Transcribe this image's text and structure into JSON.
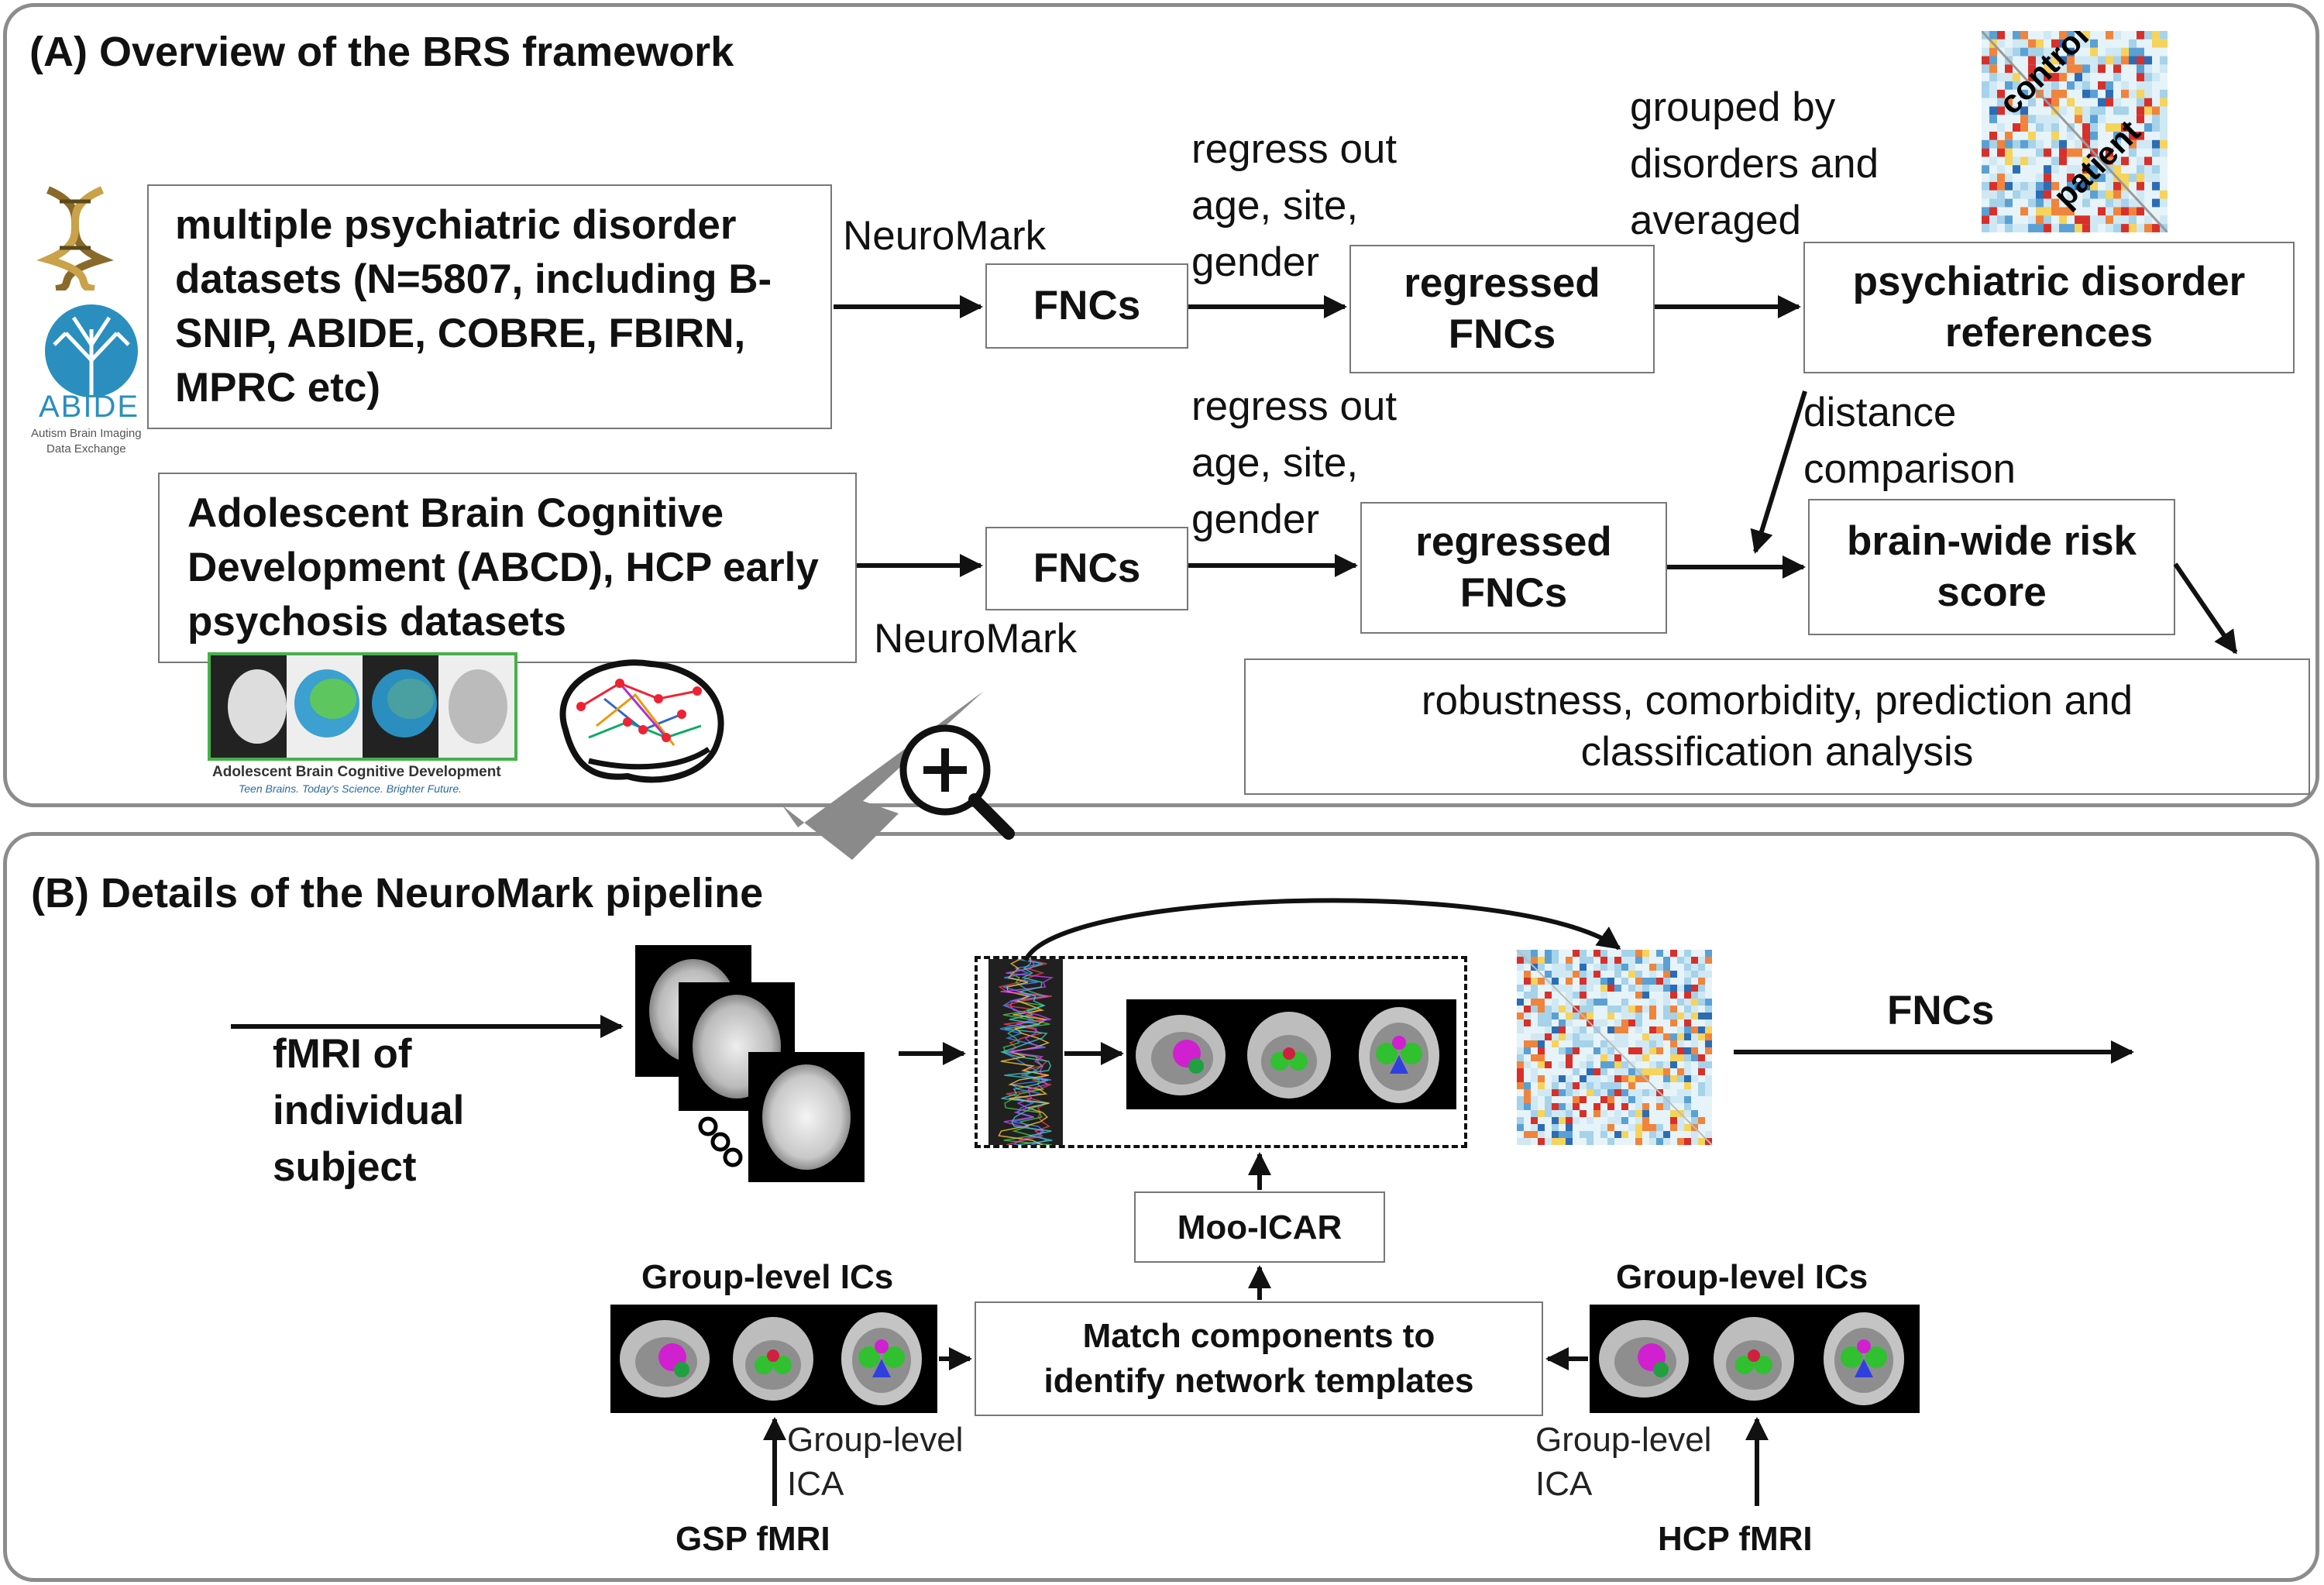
{
  "panelA": {
    "title": "(A) Overview of the BRS framework",
    "datasets_box": "multiple psychiatric disorder datasets (N=5807, including B-SNIP, ABIDE, COBRE, FBIRN, MPRC etc)",
    "abide_logo_text": "ABIDE",
    "abide_logo_sub1": "Autism Brain Imaging",
    "abide_logo_sub2": "Data Exchange",
    "neuromark_top": "NeuroMark",
    "fncs_top": "FNCs",
    "regress_top": [
      "regress out",
      "age, site,",
      "gender"
    ],
    "regressed_top": "regressed FNCs",
    "grouped": [
      "grouped by",
      "disorders and",
      "averaged"
    ],
    "references_box": "psychiatric disorder references",
    "matrix_label_control": "control",
    "matrix_label_patient": "patient",
    "abcd_box": "Adolescent Brain Cognitive Development (ABCD), HCP early psychosis datasets",
    "abcd_logo_title": "Adolescent Brain Cognitive Development",
    "abcd_logo_tag": "Teen Brains. Today's Science. Brighter Future.",
    "neuromark_bottom": "NeuroMark",
    "fncs_bottom": "FNCs",
    "regress_bottom": [
      "regress out",
      "age, site,",
      "gender"
    ],
    "regressed_bottom": "regressed FNCs",
    "distance": [
      "distance",
      "comparison"
    ],
    "risk_box": "brain-wide risk score",
    "analysis_box": "robustness, comorbidity, prediction and classification analysis"
  },
  "panelB": {
    "title": "(B) Details of the NeuroMark pipeline",
    "fmri_label": [
      "fMRI of",
      "individual",
      "subject"
    ],
    "fncs_label": "FNCs",
    "mooicar_box": "Moo-ICAR",
    "match_box": "Match components to identify network templates",
    "group_ics_left": "Group-level ICs",
    "group_ics_right": "Group-level ICs",
    "group_ica_left": [
      "Group-level",
      "ICA"
    ],
    "group_ica_right": [
      "Group-level",
      "ICA"
    ],
    "gsp_label": "GSP fMRI",
    "hcp_label": "HCP fMRI"
  },
  "colors": {
    "panel_border": "#8c8c8c",
    "box_border": "#777777",
    "arrow": "#111111",
    "zoom_arrow": "#8a8a8a"
  }
}
